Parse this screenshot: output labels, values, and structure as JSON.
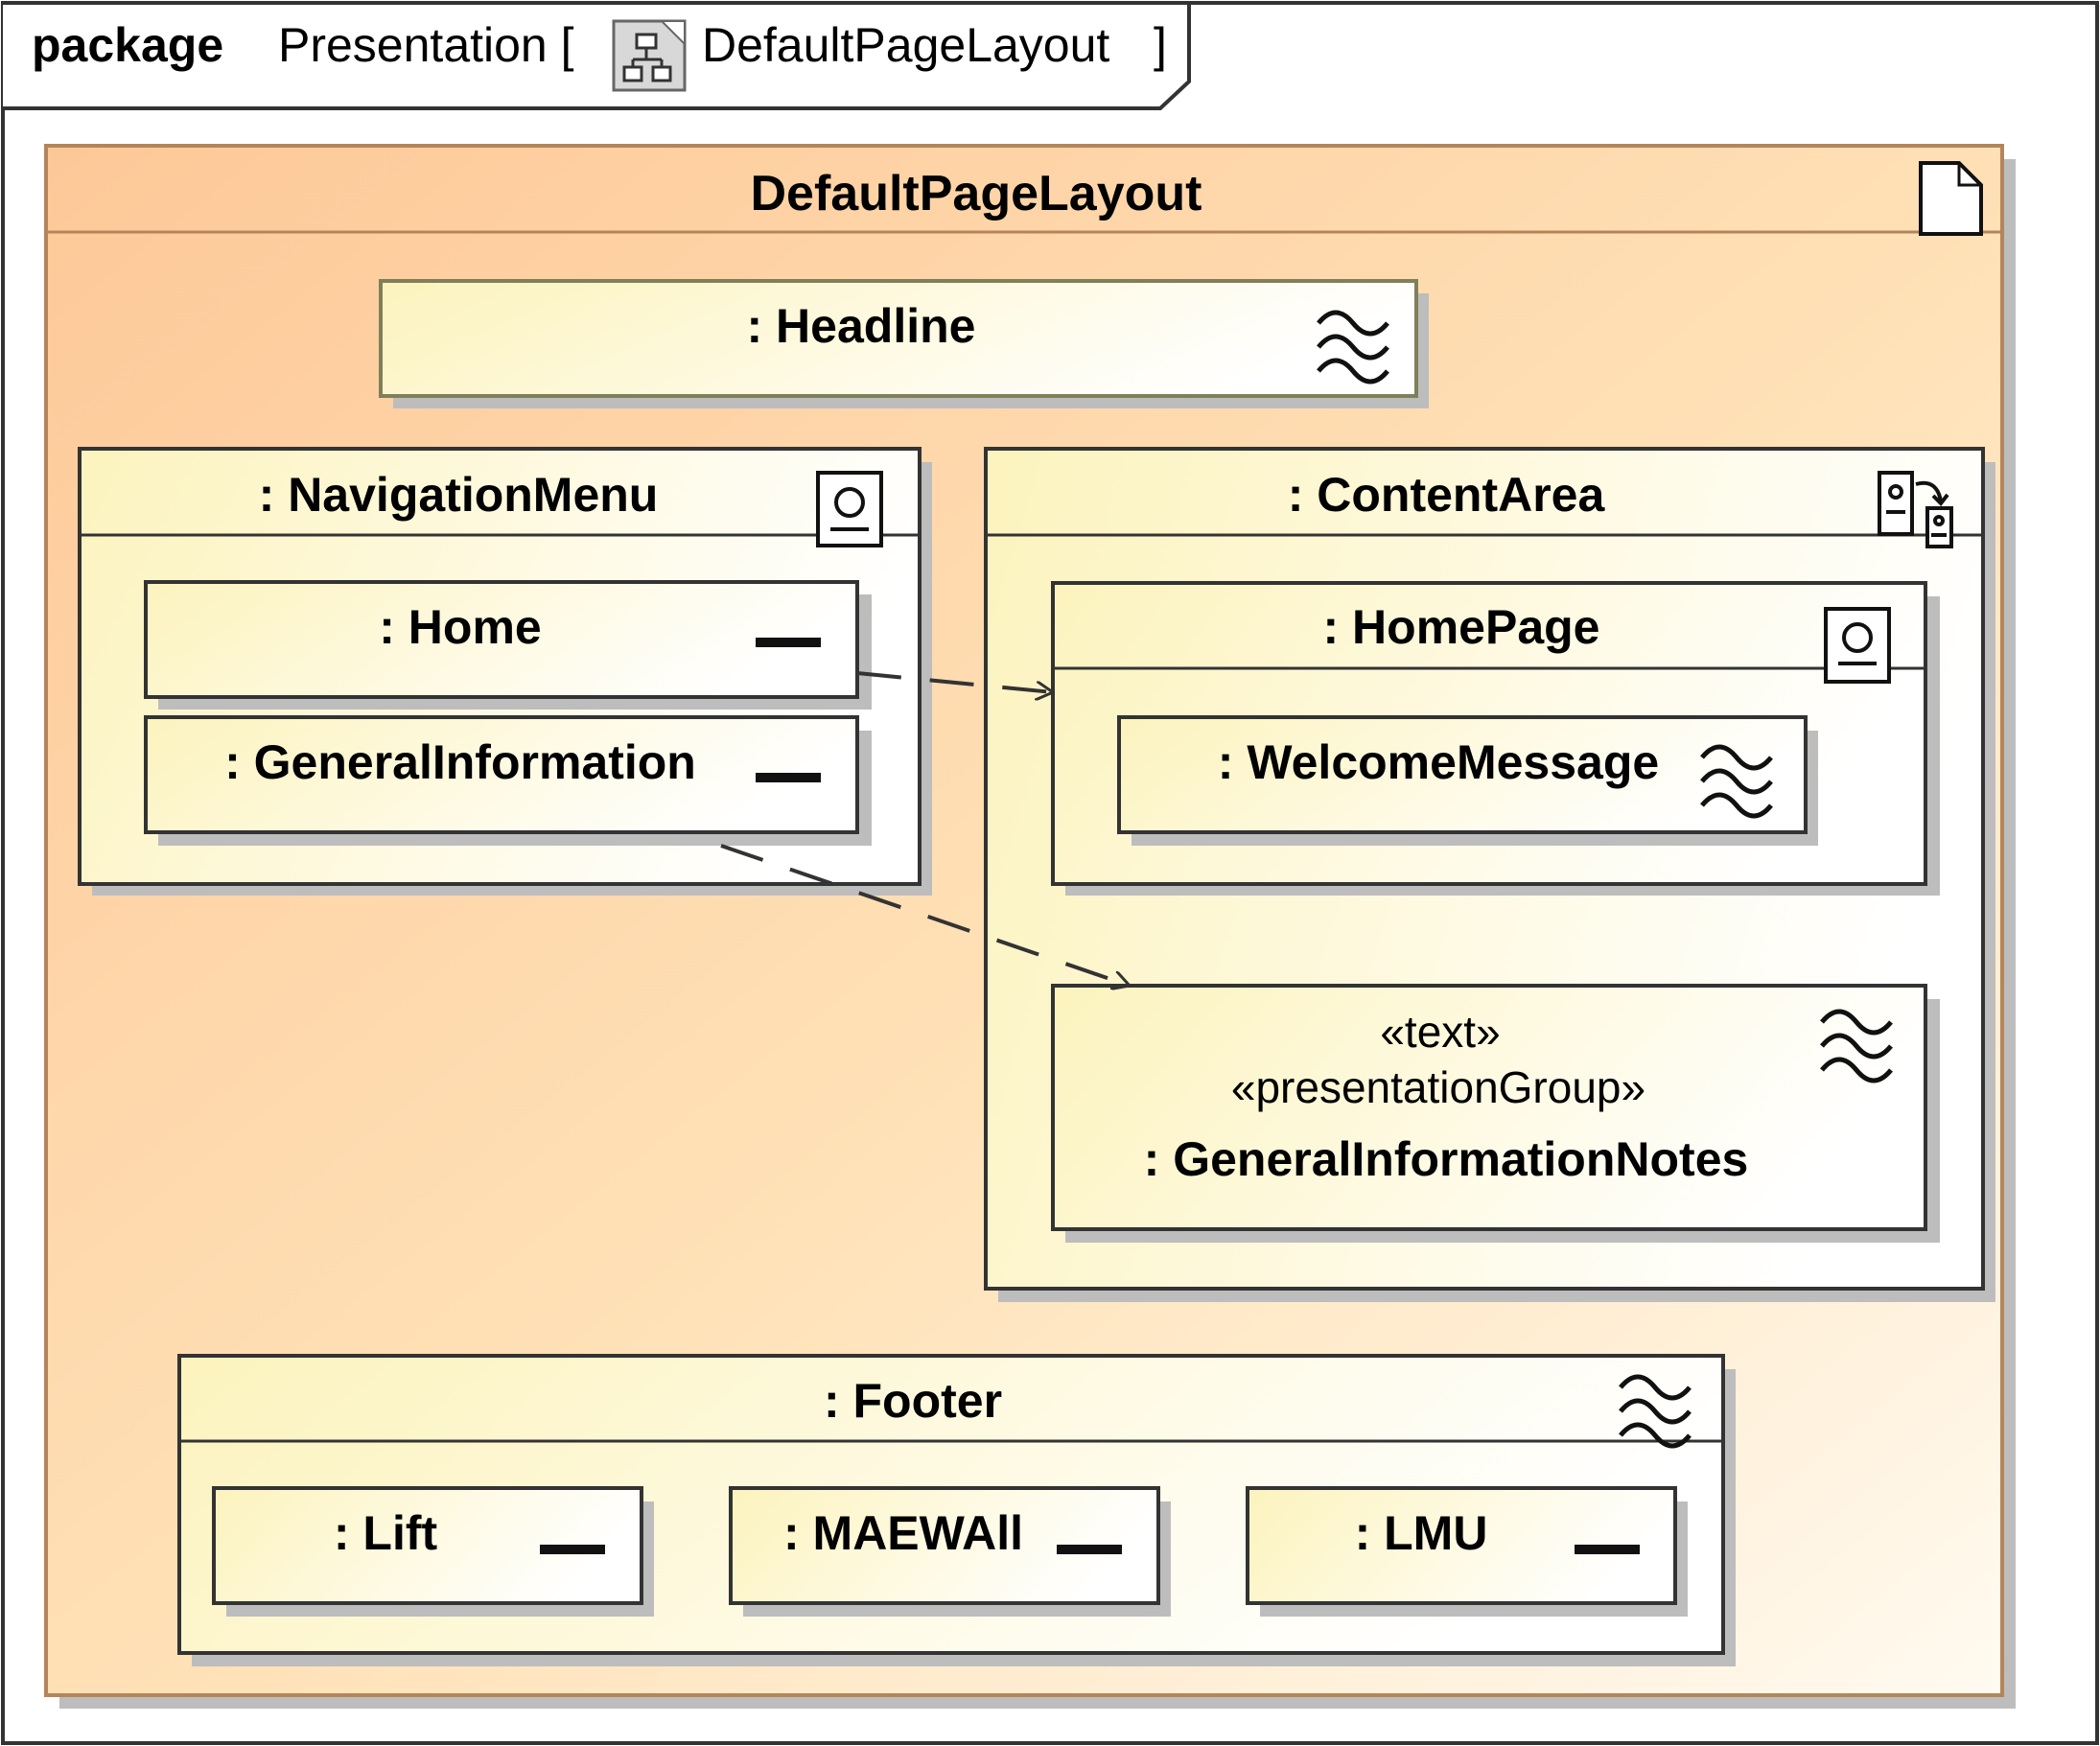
{
  "frame": {
    "keyword": "package",
    "prefix": "Presentation [",
    "diagram_name": "DefaultPageLayout",
    "suffix": "]"
  },
  "page": {
    "title": "DefaultPageLayout"
  },
  "headline": {
    "label": ": Headline"
  },
  "navigation_menu": {
    "label": ": NavigationMenu",
    "items": [
      {
        "label": ": Home"
      },
      {
        "label": ": GeneralInformation"
      }
    ]
  },
  "content_area": {
    "label": ": ContentArea",
    "home_page": {
      "label": ": HomePage",
      "welcome": {
        "label": ": WelcomeMessage"
      }
    },
    "notes": {
      "stereotype_1": "«text»",
      "stereotype_2": "«presentationGroup»",
      "label": ": GeneralInformationNotes"
    }
  },
  "footer": {
    "label": ": Footer",
    "items": [
      {
        "label": ": Lift"
      },
      {
        "label": ": MAEWAll"
      },
      {
        "label": ": LMU"
      }
    ]
  },
  "colors": {
    "outer_fill_start": "#fdc898",
    "outer_fill_end": "#fff8ec",
    "element_fill_start": "#fdf6c4",
    "element_fill_end": "#ffffff",
    "stroke": "#333333",
    "shadow": "#bbbbbb",
    "outer_border": "#b5855a"
  }
}
